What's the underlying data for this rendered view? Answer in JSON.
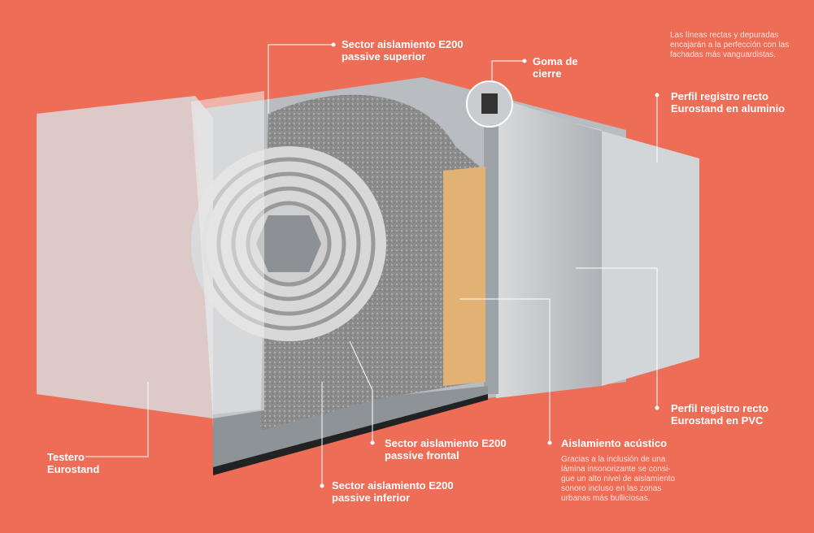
{
  "labels": {
    "sector_superior": [
      "Sector aislamiento E200",
      "passive superior"
    ],
    "goma": [
      "Goma de",
      "cierre"
    ],
    "perfil_aluminio": [
      "Perfil registro recto",
      "Eurostand en aluminio"
    ],
    "perfil_pvc": [
      "Perfil registro recto",
      "Eurostand en PVC"
    ],
    "aislamiento_acustico": "Aislamiento acústico",
    "sector_frontal": [
      "Sector aislamiento E200",
      "passive frontal"
    ],
    "sector_inferior": [
      "Sector aislamiento E200",
      "passive inferior"
    ],
    "testero": [
      "Testero",
      "Eurostand"
    ]
  },
  "texts": {
    "intro": [
      "Las líneas rectas y depuradas",
      "encajarán a la perfección con las",
      "fachadas más vanguardistas."
    ],
    "acustico": [
      "Gracias a la inclusión de una",
      "lámina insonorizante se consi-",
      "gue un alto nivel de aislamiento",
      "sonoro incluso en las zonas",
      "urbanas más bulliciosas."
    ]
  },
  "colors": {
    "background": "#ee6d57",
    "metal": "#c9ccd0",
    "foam": "#8a8a8a",
    "acoustic": "#e2b274"
  }
}
